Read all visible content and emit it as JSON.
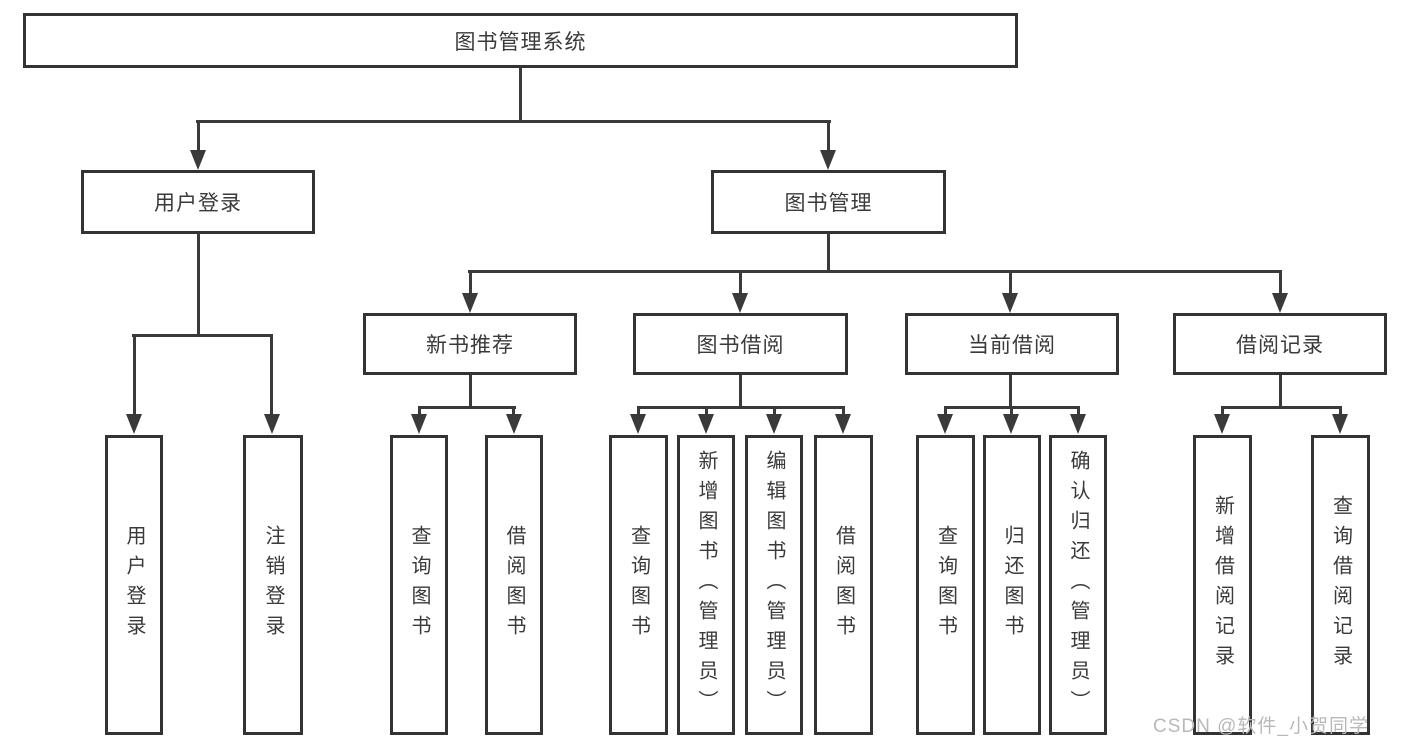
{
  "colors": {
    "line": "#3a3a3a",
    "border": "#333333",
    "text": "#3a3a3a",
    "bg": "#ffffff",
    "watermark": "#b9b9b9"
  },
  "tree": {
    "label": "图书管理系统",
    "children": [
      {
        "label": "用户登录",
        "children": [
          {
            "label": "用户登录"
          },
          {
            "label": "注销登录"
          }
        ]
      },
      {
        "label": "图书管理",
        "children": [
          {
            "label": "新书推荐",
            "children": [
              {
                "label": "查询图书"
              },
              {
                "label": "借阅图书"
              }
            ]
          },
          {
            "label": "图书借阅",
            "children": [
              {
                "label": "查询图书"
              },
              {
                "label": "新增图书（管理员）"
              },
              {
                "label": "编辑图书（管理员）"
              },
              {
                "label": "借阅图书"
              }
            ]
          },
          {
            "label": "当前借阅",
            "children": [
              {
                "label": "查询图书"
              },
              {
                "label": "归还图书"
              },
              {
                "label": "确认归还（管理员）"
              }
            ]
          },
          {
            "label": "借阅记录",
            "children": [
              {
                "label": "新增借阅记录"
              },
              {
                "label": "查询借阅记录"
              }
            ]
          }
        ]
      }
    ]
  },
  "watermark": {
    "text": "CSDN @软件_小贺同学"
  }
}
